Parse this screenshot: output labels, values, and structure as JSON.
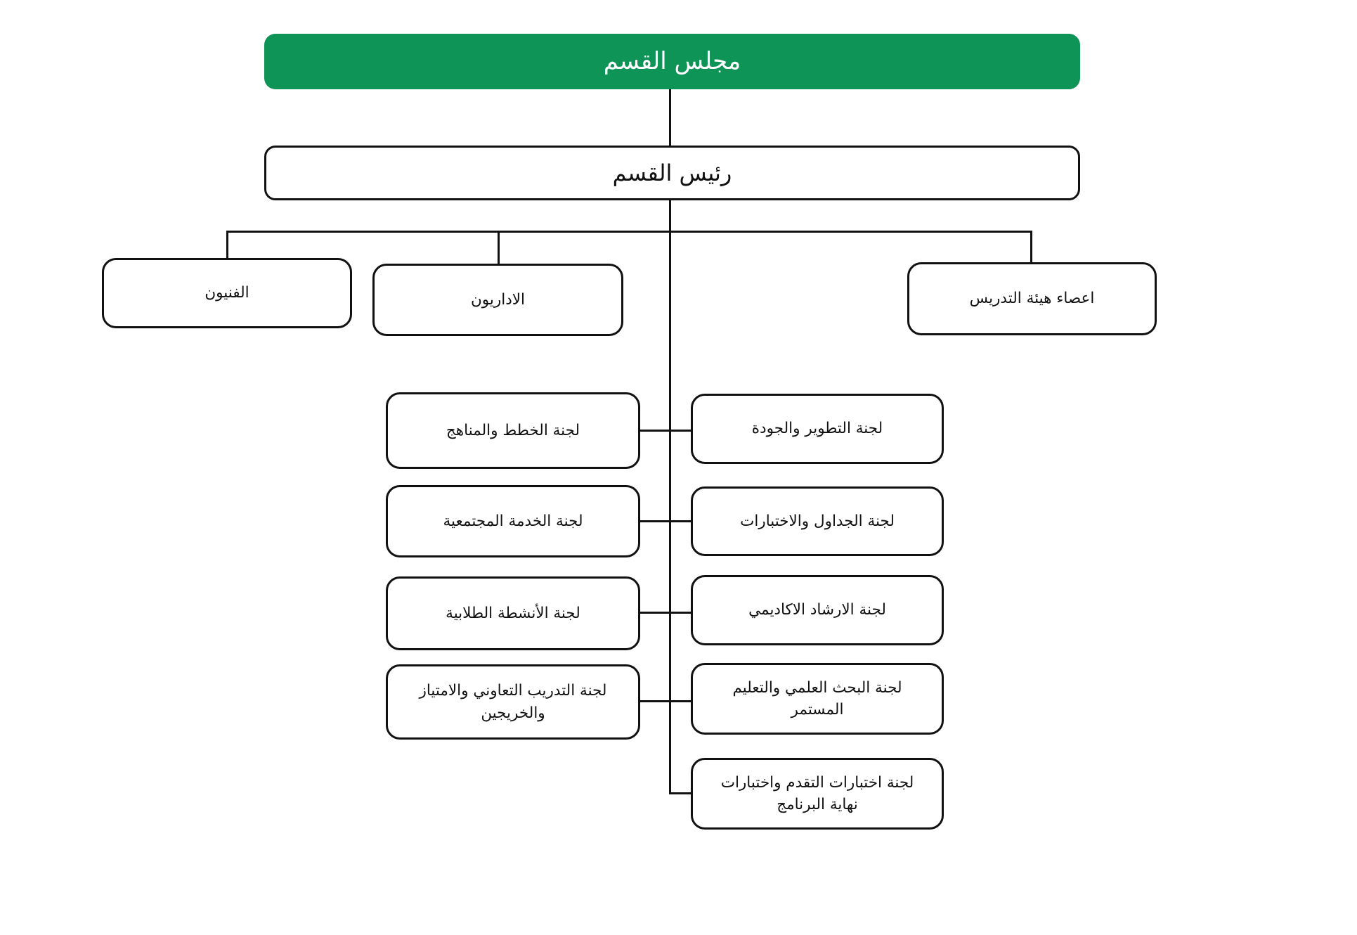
{
  "colors": {
    "accent_green": "#0d9456",
    "line": "#111111",
    "background": "#ffffff",
    "root_text": "#ffffff",
    "text": "#111111"
  },
  "chart": {
    "root": {
      "label": "مجلس القسم"
    },
    "head": {
      "label": "رئيس القسم"
    },
    "groups": [
      {
        "label": "الفنيون"
      },
      {
        "label": "الاداريون"
      },
      {
        "label": "اعصاء هيئة التدريس"
      }
    ],
    "left_committees": [
      {
        "label": "لجنة الخطط والمناهج"
      },
      {
        "label": "لجنة الخدمة المجتمعية"
      },
      {
        "label": "لجنة الأنشطة الطلابية"
      },
      {
        "label": "لجنة التدريب التعاوني والامتياز والخريجين"
      }
    ],
    "right_committees": [
      {
        "label": "لجنة التطوير والجودة"
      },
      {
        "label": "لجنة الجداول والاختبارات"
      },
      {
        "label": "لجنة الارشاد الاكاديمي"
      },
      {
        "label": "لجنة البحث العلمي والتعليم المستمر"
      },
      {
        "label": "لجنة اختبارات التقدم واختبارات نهاية البرنامج"
      }
    ]
  }
}
